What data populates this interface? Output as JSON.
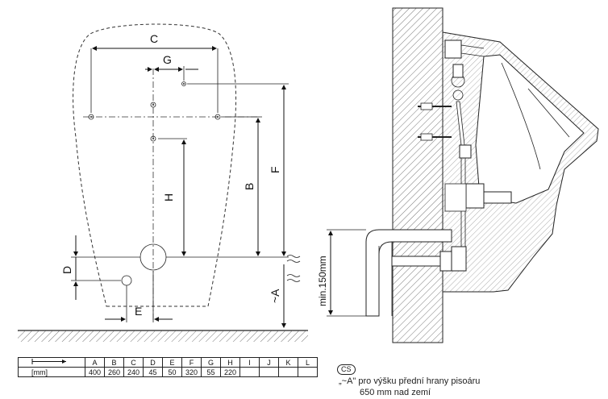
{
  "diagram": {
    "front_view_labels": {
      "C": "C",
      "G": "G",
      "H": "H",
      "B": "B",
      "F": "F",
      "D": "D",
      "E": "E",
      "A": "~A"
    },
    "side_view_labels": {
      "min_height": "min.150mm"
    }
  },
  "table": {
    "unit_label": "[mm]",
    "headers": [
      "A",
      "B",
      "C",
      "D",
      "E",
      "F",
      "G",
      "H",
      "I",
      "J",
      "K",
      "L"
    ],
    "values": [
      "400",
      "260",
      "240",
      "45",
      "50",
      "320",
      "55",
      "220",
      "",
      "",
      "",
      ""
    ]
  },
  "note": {
    "lang_code": "CS",
    "line1": "„~A\" pro výšku přední hrany pisoáru",
    "line2": "650 mm nad zemí"
  }
}
